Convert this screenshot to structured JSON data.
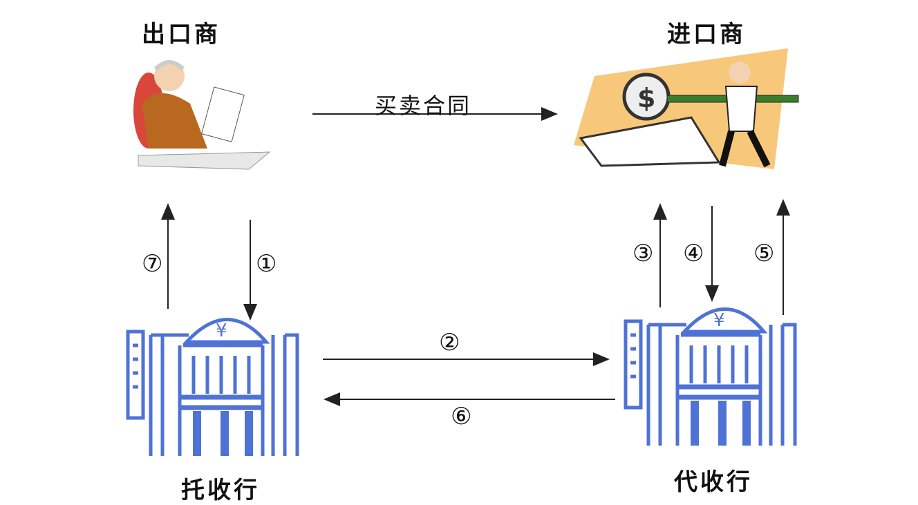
{
  "parties": {
    "exporter": "出口商",
    "importer": "进口商",
    "remitting_bank": "托收行",
    "collecting_bank": "代收行"
  },
  "contract_label": "买卖合同",
  "steps": [
    "①",
    "②",
    "③",
    "④",
    "⑤",
    "⑥",
    "⑦"
  ],
  "colors": {
    "bank": "#4f72d6",
    "arrow": "#222222"
  }
}
